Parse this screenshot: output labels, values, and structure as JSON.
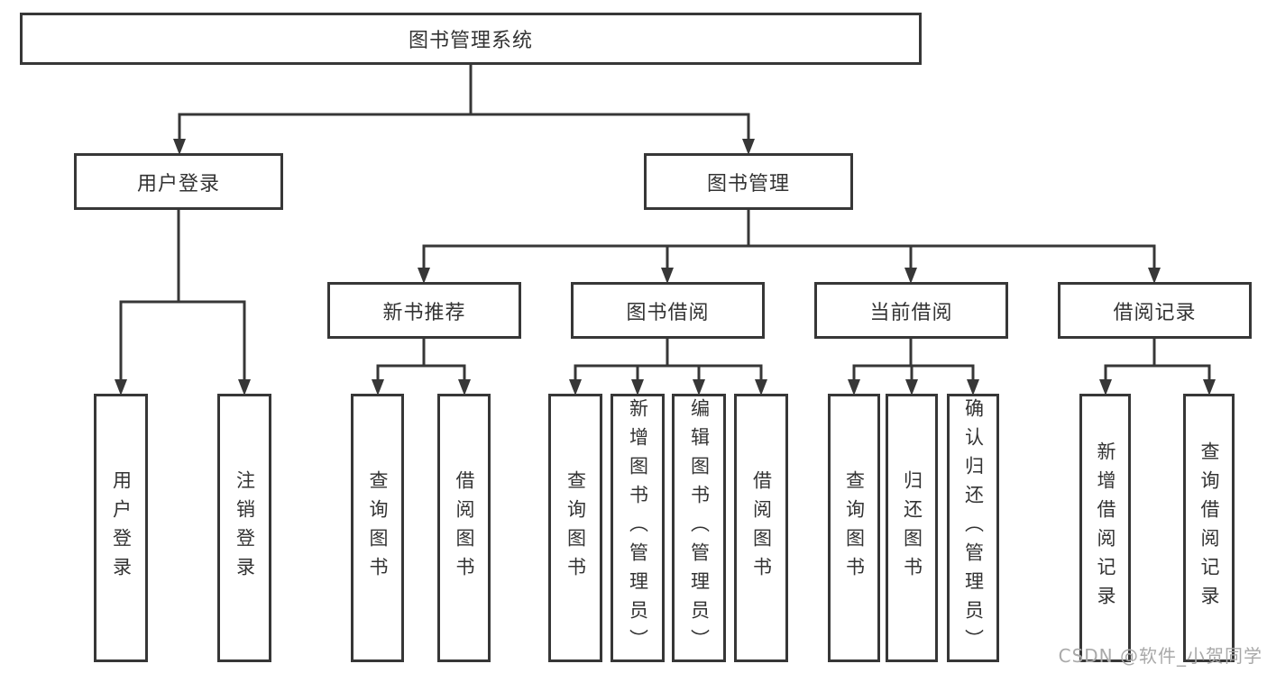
{
  "diagram": {
    "root": "图书管理系统",
    "level2": {
      "user_login": "用户登录",
      "book_mgmt": "图书管理"
    },
    "level3": {
      "new_book_rec": "新书推荐",
      "book_borrow": "图书借阅",
      "current_borrow": "当前借阅",
      "borrow_record": "借阅记录"
    },
    "leaves": {
      "login": "用户登录",
      "logout": "注销登录",
      "rec_query_book": "查询图书",
      "rec_borrow_book": "借阅图书",
      "bb_query_book": "查询图书",
      "bb_add_book": "新增图书（管理员）",
      "bb_edit_book": "编辑图书（管理员）",
      "bb_borrow_book": "借阅图书",
      "cb_query_book": "查询图书",
      "cb_return_book": "归还图书",
      "cb_confirm_return": "确认归还（管理员）",
      "br_add_record": "新增借阅记录",
      "br_query_record": "查询借阅记录"
    }
  },
  "watermark": "CSDN @软件_小贺同学",
  "colors": {
    "line": "#373737",
    "text": "#333333",
    "watermark": "#a9a9a9",
    "background": "#ffffff"
  }
}
